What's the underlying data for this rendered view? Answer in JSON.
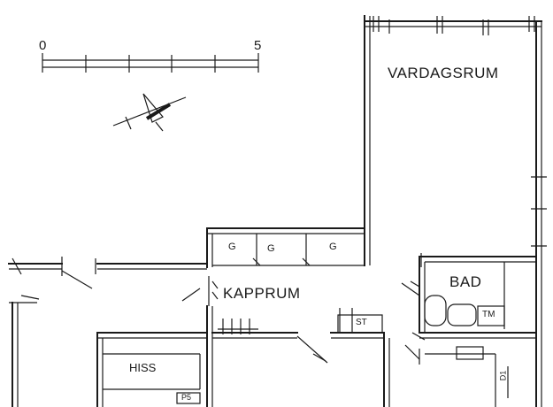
{
  "scale": {
    "start_label": "0",
    "end_label": "5"
  },
  "rooms": {
    "vardagsrum": "VARDAGSRUM",
    "bad": "BAD",
    "kapprum": "KAPPRUM",
    "hiss": "HISS"
  },
  "fixtures": {
    "closet_1": "G",
    "closet_2": "G",
    "closet_3": "G",
    "dryer": "TM",
    "storage": "ST",
    "marker_bottom": "P5",
    "marker_right": "D1"
  },
  "colors": {
    "ink": "#1a1a1a",
    "paper": "#ffffff"
  }
}
